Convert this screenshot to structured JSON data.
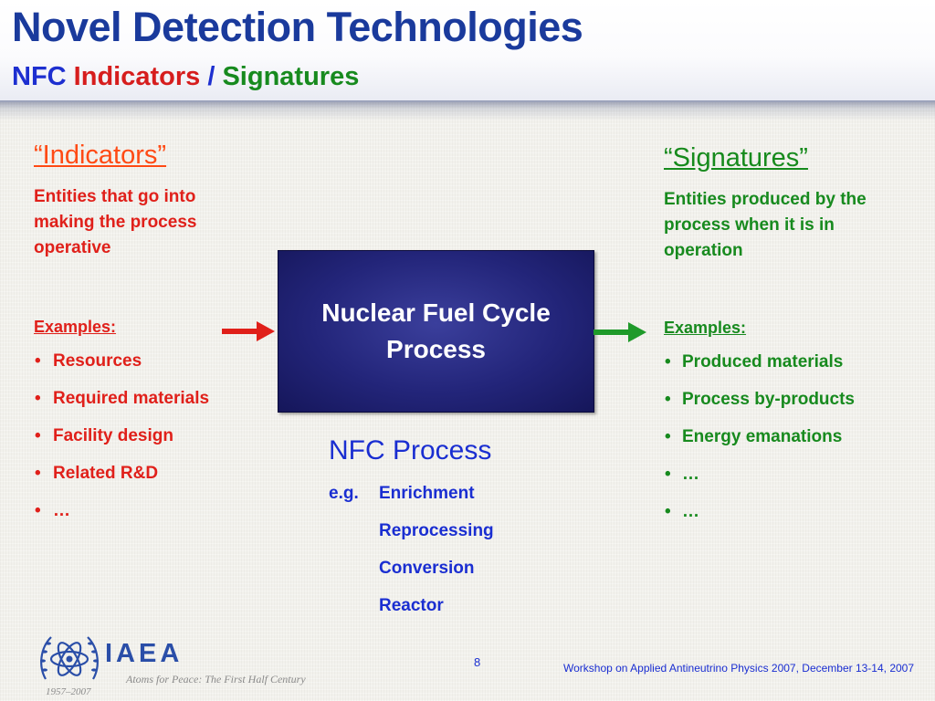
{
  "header": {
    "title": "Novel Detection Technologies",
    "subtitle": {
      "nfc": "NFC",
      "indicators": "Indicators",
      "slash": "/",
      "signatures": "Signatures"
    }
  },
  "indicators": {
    "heading": "“Indicators”",
    "description": "Entities that go into making the process operative",
    "examples_label": "Examples:",
    "items": [
      "Resources",
      "Required materials",
      "Facility design",
      "Related R&D",
      "…"
    ]
  },
  "process_box": {
    "label": "Nuclear Fuel Cycle Process"
  },
  "nfc_process": {
    "title": "NFC Process",
    "eg_label": "e.g.",
    "items": [
      "Enrichment",
      "Reprocessing",
      "Conversion",
      "Reactor"
    ]
  },
  "signatures": {
    "heading": "“Signatures”",
    "description": "Entities produced by the process when it is in operation",
    "examples_label": "Examples:",
    "items": [
      "Produced materials",
      "Process by-products",
      "Energy emanations",
      "…",
      "…"
    ]
  },
  "footer": {
    "page_number": "8",
    "text": "Workshop on Applied Antineutrino Physics 2007, December 13-14, 2007"
  },
  "logo": {
    "name": "IAEA",
    "tagline": "Atoms for Peace: The First Half Century",
    "years": "1957–2007"
  },
  "colors": {
    "title_blue": "#1a3a9c",
    "indicator_red": "#e0201a",
    "signature_green": "#178a1e",
    "box_navy": "#23257a",
    "arrow_red": "#e0201a",
    "arrow_green": "#1f9a2a"
  },
  "icons": {
    "input_arrow": "arrow-right-icon",
    "output_arrow": "arrow-right-icon",
    "logo_emblem": "iaea-emblem-icon"
  }
}
